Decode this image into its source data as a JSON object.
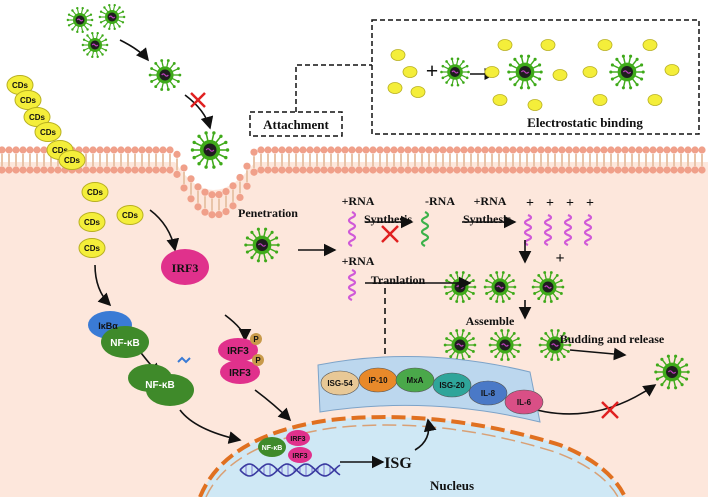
{
  "cds_label": "CDs",
  "labels": {
    "attachment": "Attachment",
    "electrostatic": "Electrostatic binding",
    "penetration": "Penetration",
    "plus_rna_1": "+RNA",
    "minus_rna": "-RNA",
    "plus_rna_2": "+RNA",
    "plus_rna_3": "+RNA",
    "synthesis_1": "Synthesis",
    "synthesis_2": "Synthesis",
    "translation": "Tranlation",
    "assemble": "Assemble",
    "budding": "Budding and release",
    "nucleus": "Nucleus",
    "isg": "ISG",
    "irf3": "IRF3",
    "irf3_a": "IRF3",
    "irf3_b": "IRF3",
    "nfkb_complex": "NF-κB",
    "ikba": "IκBα",
    "nfkb_free": "NF-κB",
    "nucleus_nfkb": "NF-κB",
    "nucleus_irf3_a": "IRF3",
    "nucleus_irf3_b": "IRF3",
    "phospho": "P",
    "plus_sign": "+",
    "replicated_plus": [
      "+",
      "+",
      "+",
      "+"
    ]
  },
  "isg_products": [
    "ISG-54",
    "IP-10",
    "MxA",
    "ISG-20",
    "IL-8",
    "IL-6"
  ],
  "colors": {
    "membrane_head": "#f0a08a",
    "membrane_tail": "#e8c4a8",
    "cytoplasm": "#fde7dc",
    "nucleus": "#cfe8f5",
    "nucleus_border": "#e07020",
    "cds": "#f4ee3a",
    "virus_spike": "#3faa1a",
    "virus_core": "#1e1e1e",
    "irf3": "#e0318c",
    "nfkb": "#3f8a2a",
    "ikba": "#3a7bd5",
    "plus_rna": "#d05ad8",
    "minus_rna": "#3cb24a",
    "block_x": "#e02020"
  },
  "icons": {
    "virus": "coronavirus-particle-icon",
    "cd": "carbon-dot-icon",
    "blocked": "red-x-icon",
    "phosphate": "phosphate-icon",
    "dna": "dna-helix-icon"
  }
}
